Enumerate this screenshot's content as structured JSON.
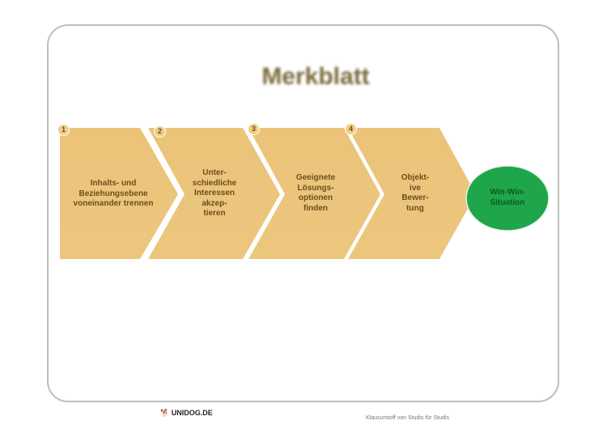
{
  "title": "Merkblatt",
  "steps": [
    {
      "number": "1",
      "text_lines": [
        "Inhalts- und",
        "Beziehungsebene",
        "voneinander trennen"
      ]
    },
    {
      "number": "2",
      "text_lines": [
        "Unter-",
        "schiedliche",
        "Interessen",
        "akzep-",
        "tieren"
      ]
    },
    {
      "number": "3",
      "text_lines": [
        "Geeignete",
        "Lösungs-",
        "optionen",
        "finden"
      ]
    },
    {
      "number": "4",
      "text_lines": [
        "Objekt-",
        "ive",
        "Bewer-",
        "tung"
      ]
    }
  ],
  "result": {
    "text_lines": [
      "Win-Win-",
      "Situation"
    ]
  },
  "colors": {
    "chevron": "#ebc47a",
    "result": "#1fa64a"
  },
  "footer": {
    "logo": "UNIDOG.DE",
    "text": "Klausurstoff von Studis für Studis"
  }
}
